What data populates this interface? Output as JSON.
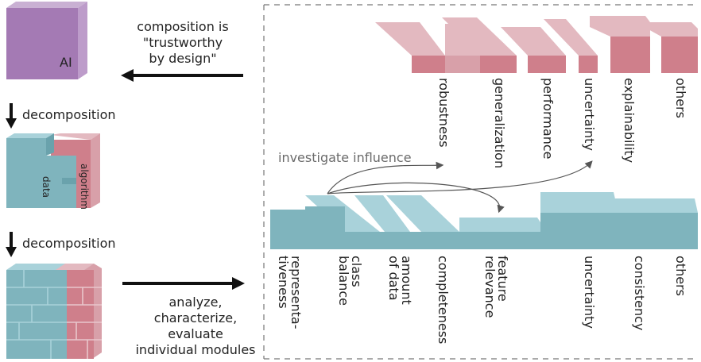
{
  "left": {
    "ai_label": "AI",
    "decomposition_1": "decomposition",
    "decomposition_2": "decomposition",
    "data_label": "data",
    "algorithm_label": "algorithm",
    "composition_text": [
      "composition is",
      "\"trustworthy",
      "by design\""
    ],
    "analyze_text": [
      "analyze,",
      "characterize,",
      "evaluate",
      "individual modules"
    ]
  },
  "trust_properties": [
    "robustness",
    "generalization",
    "performance",
    "uncertainty",
    "explainability",
    "others"
  ],
  "data_properties": [
    [
      "representa-",
      "tiveness"
    ],
    [
      "class",
      "balance"
    ],
    [
      "amount",
      "of data"
    ],
    [
      "completeness"
    ],
    [
      "feature",
      "relevance"
    ],
    [
      "uncertainty"
    ],
    [
      "consistency"
    ],
    [
      "others"
    ]
  ],
  "influence_label": "investigate influence",
  "colors": {
    "ai_face": "#a47ab4",
    "ai_top": "#c9b0d3",
    "ai_side": "#bd9cca",
    "blue_front": "#7fb4bd",
    "blue_top": "#a9d2da",
    "blue_side": "#6aa2ac",
    "pink_front": "#cf7f8b",
    "pink_top": "#e3b9c0",
    "pink_side": "#d8a0a9",
    "frame": "#777777"
  },
  "icons": [
    "arrow-left",
    "arrow-down",
    "arrow-right",
    "curved-arrows"
  ]
}
